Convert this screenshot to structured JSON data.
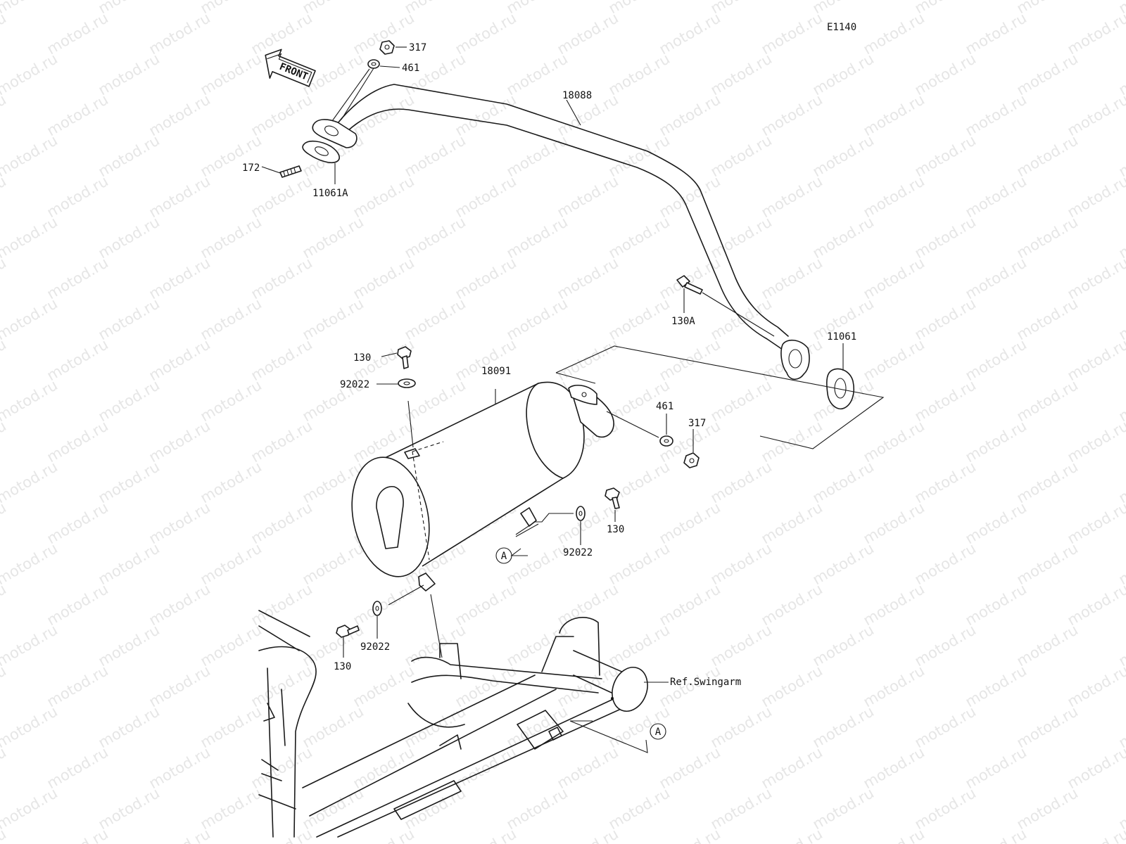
{
  "watermark": "motod.ru",
  "diagram_code": "E1140",
  "front_label": "FRONT",
  "callout_letter": "A",
  "reference_label": "Ref.Swingarm",
  "parts": {
    "p317_top": "317",
    "p461_top": "461",
    "p18088": "18088",
    "p172": "172",
    "p11061A": "11061A",
    "p130A": "130A",
    "p11061": "11061",
    "p130_top": "130",
    "p92022_top": "92022",
    "p18091": "18091",
    "p461_mid": "461",
    "p317_mid": "317",
    "p130_right": "130",
    "p92022_right": "92022",
    "p92022_low": "92022",
    "p130_low": "130"
  }
}
